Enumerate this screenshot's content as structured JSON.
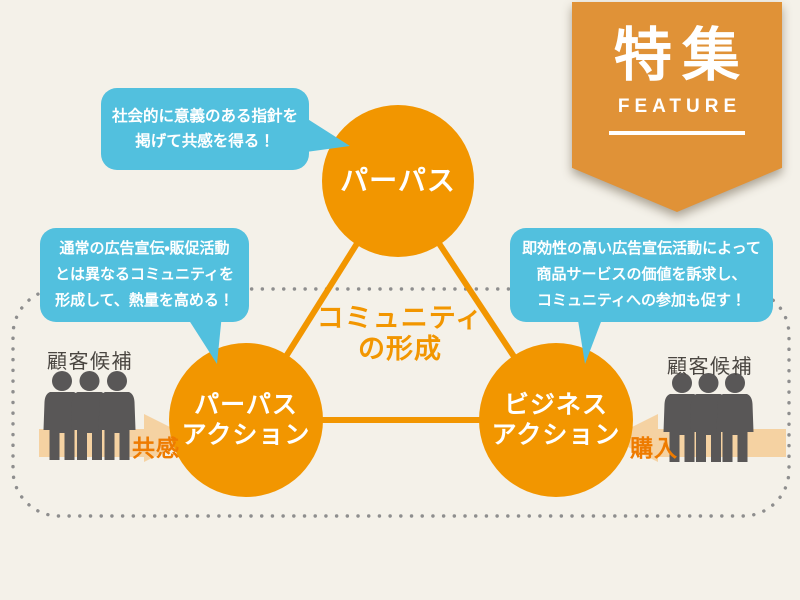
{
  "ribbon": {
    "title": "特集",
    "subtitle": "FEATURE"
  },
  "bubbles": {
    "top": {
      "lines": [
        "社会的に意義のある指針を",
        "掲げて共感を得る！"
      ]
    },
    "left": {
      "lines": [
        "通常の広告宣伝・販促活動",
        "とは異なるコミュニティを",
        "形成して、熱量を高める！"
      ]
    },
    "right": {
      "lines": [
        "即効性の高い広告宣伝活動によって",
        "商品サービスの価値を訴求し、",
        "コミュニティへの参加も促す！"
      ]
    }
  },
  "nodes": {
    "purpose": {
      "label": "パーパス"
    },
    "purpose_action": {
      "lines": [
        "パーパス",
        "アクション"
      ]
    },
    "business_action": {
      "lines": [
        "ビジネス",
        "アクション"
      ]
    }
  },
  "center": {
    "lines": [
      "コミュニティ",
      "の形成"
    ]
  },
  "groups": {
    "left": {
      "label": "顧客候補",
      "arrow_label": "共感"
    },
    "right": {
      "label": "顧客候補",
      "arrow_label": "購入"
    }
  },
  "colors": {
    "background": "#F4F1E9",
    "node_orange": "#F29600",
    "ribbon_orange": "#E09237",
    "bubble_blue": "#52C0DE",
    "arrow_tan": "#F5D2A2",
    "arrow_word_orange": "#EE7B00",
    "people_gray": "#595757",
    "dot_gray": "#8E8E8E"
  }
}
